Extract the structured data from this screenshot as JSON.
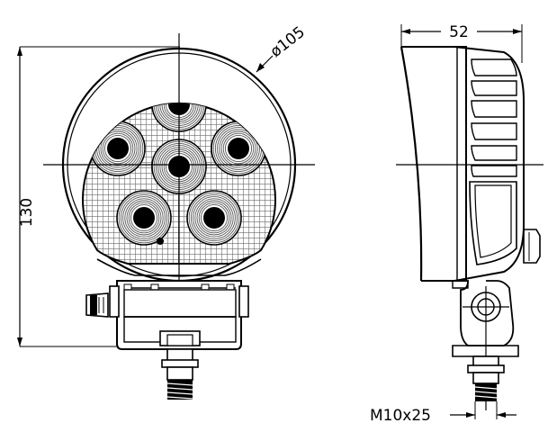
{
  "dimensions": {
    "height": "130",
    "diameter": "ø105",
    "depth": "52",
    "thread": "M10x25"
  },
  "front_view": {
    "led_count": 6
  },
  "colors": {
    "line": "#000000",
    "background": "#ffffff",
    "grid": "#777777"
  }
}
